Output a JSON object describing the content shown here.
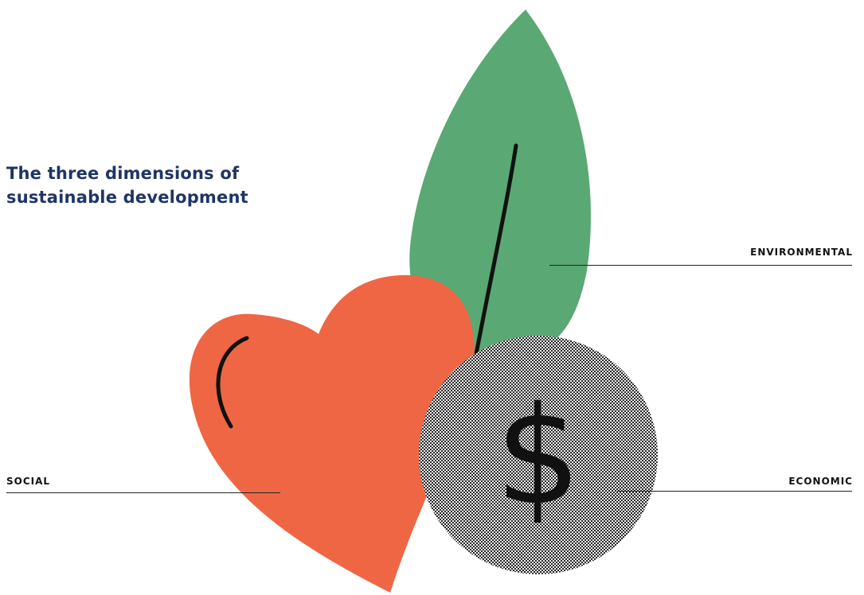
{
  "title": {
    "line1": "The three dimensions of",
    "line2": "sustainable development"
  },
  "labels": {
    "environmental": "ENVIRONMENTAL",
    "social": "SOCIAL",
    "economic": "ECONOMIC"
  },
  "icons": {
    "environmental": "leaf-icon",
    "social": "heart-icon",
    "economic": "dollar-coin-icon"
  },
  "colors": {
    "title": "#1e3566",
    "leaf": "#5aa873",
    "heart": "#ef6645",
    "coin": "#d6d6d6",
    "ink": "#111111"
  },
  "coin_symbol": "$"
}
